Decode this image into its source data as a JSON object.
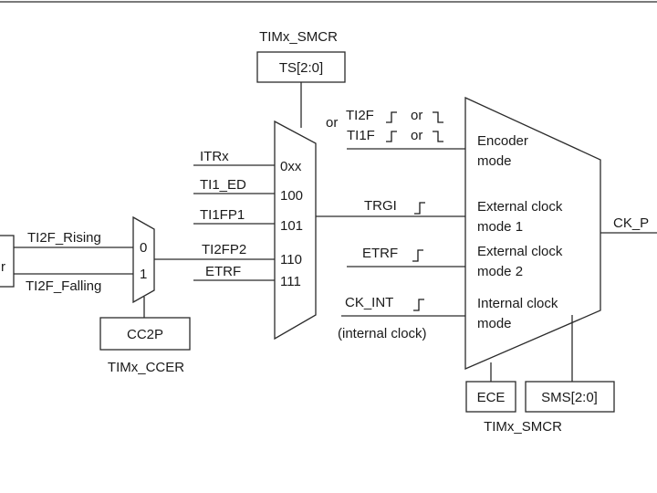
{
  "registers": {
    "smcr_top": "TIMx_SMCR",
    "ts_field": "TS[2:0]",
    "ccer": "TIMx_CCER",
    "cc2p": "CC2P",
    "smcr_bottom": "TIMx_SMCR",
    "ece": "ECE",
    "sms": "SMS[2:0]"
  },
  "left_inputs": {
    "cut_label": "r",
    "rising": "TI2F_Rising",
    "falling": "TI2F_Falling",
    "sel0": "0",
    "sel1": "1"
  },
  "trigger_mux": {
    "inputs": [
      "ITRx",
      "TI1_ED",
      "TI1FP1",
      "TI2FP2",
      "ETRF"
    ],
    "codes": [
      "0xx",
      "100",
      "101",
      "110",
      "111"
    ]
  },
  "mode_inputs": {
    "or_prefix": "or",
    "ti2f": "TI2F",
    "ti1f": "TI1F",
    "or1": "or",
    "or2": "or",
    "trgi": "TRGI",
    "etrf": "ETRF",
    "ck_int": "CK_INT",
    "internal_clock": "(internal clock)"
  },
  "modes": {
    "encoder_1": "Encoder",
    "encoder_2": "mode",
    "ext1_1": "External clock",
    "ext1_2": "mode 1",
    "ext2_1": "External clock",
    "ext2_2": "mode 2",
    "int_1": "Internal clock",
    "int_2": "mode"
  },
  "output": {
    "label": "CK_P"
  }
}
